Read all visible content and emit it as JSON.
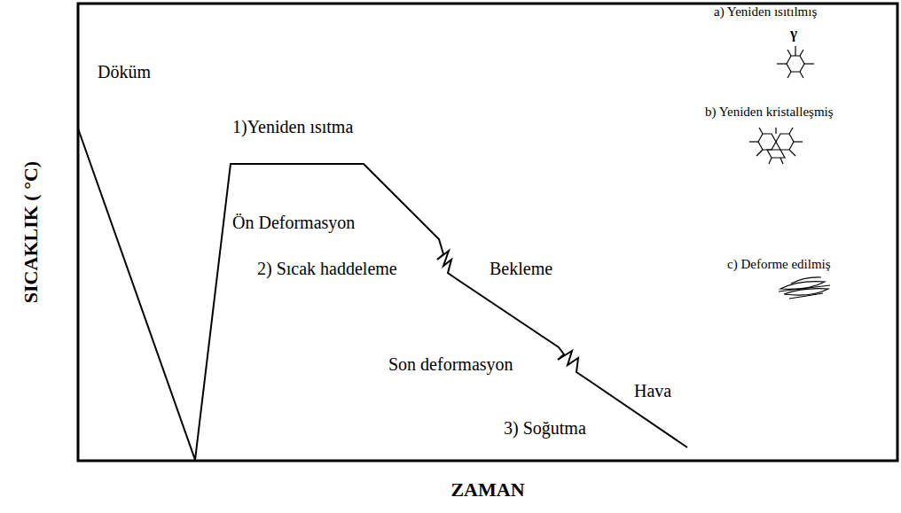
{
  "diagram": {
    "labels": [
      "Döküm",
      "1)Yeniden ısıtma",
      "Ön Deformasyon",
      "2) Sıcak haddeleme",
      "Bekleme",
      "Son deformasyon",
      "3) Soğutma",
      "Hava",
      "SICAKLIK ( °C)",
      "ZAMAN",
      "γ"
    ],
    "legend": [
      {
        "text": "a) Yeniden ısıtılmış"
      },
      {
        "text": "b) Yeniden kristalleşmiş"
      },
      {
        "text": "c) Deforme edilmiş"
      }
    ]
  }
}
